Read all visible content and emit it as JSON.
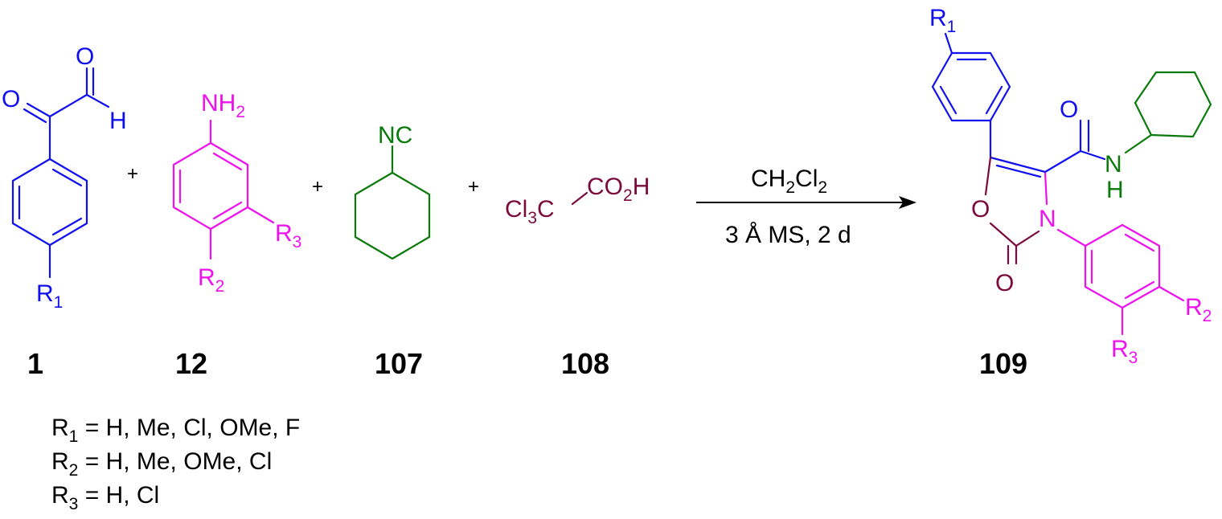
{
  "colors": {
    "compound1": "#1010ee",
    "compound12": "#ee11ee",
    "compound107": "#0a7a0a",
    "compound108": "#7a0a3c",
    "text": "#000000"
  },
  "compounds": {
    "c1": {
      "number": "1",
      "o_ketone": "O",
      "o_aldehyde": "O",
      "h": "H",
      "r": "R",
      "r_sub": "1"
    },
    "c12": {
      "number": "12",
      "nh": "NH",
      "nh_sub": "2",
      "r3": "R",
      "r3_sub": "3",
      "r2": "R",
      "r2_sub": "2"
    },
    "c107": {
      "number": "107",
      "nc": "NC"
    },
    "c108": {
      "number": "108",
      "cl": "Cl",
      "cl_sub": "3",
      "c": "C",
      "co": "CO",
      "co_sub": "2",
      "h": "H"
    },
    "c109": {
      "number": "109",
      "r1": "R",
      "r1_sub": "1",
      "o_amide": "O",
      "n_amide": "N",
      "h_amide": "H",
      "o_ring": "O",
      "n_ring": "N",
      "o_carbonyl": "O",
      "r2": "R",
      "r2_sub": "2",
      "r3": "R",
      "r3_sub": "3"
    }
  },
  "plus_signs": [
    "+",
    "+",
    "+"
  ],
  "conditions": {
    "solvent_a": "CH",
    "solvent_a_sub": "2",
    "solvent_b": "Cl",
    "solvent_b_sub": "2",
    "below_arrow": "3 Å MS, 2 d"
  },
  "substituents": [
    {
      "r": "R",
      "sub": "1",
      "values": " = H, Me, Cl, OMe, F"
    },
    {
      "r": "R",
      "sub": "2",
      "values": " = H, Me, OMe, Cl"
    },
    {
      "r": "R",
      "sub": "3",
      "values": " = H, Cl"
    }
  ]
}
